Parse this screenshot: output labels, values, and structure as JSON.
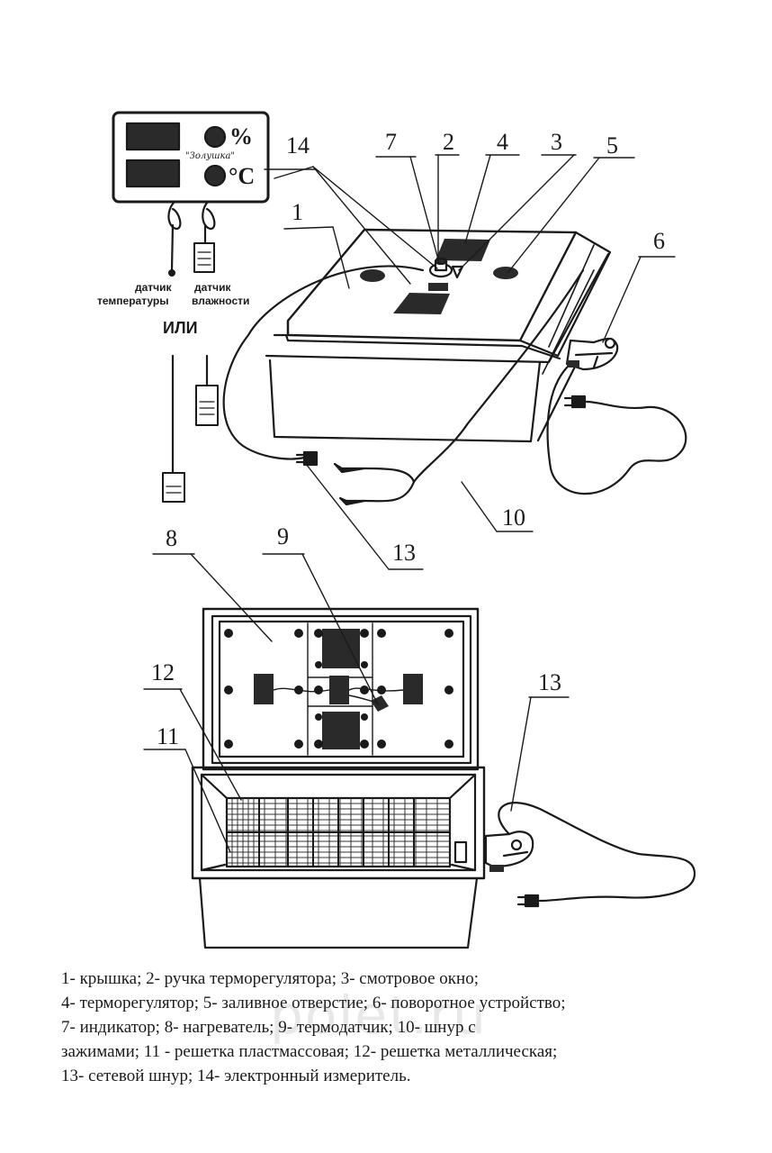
{
  "meter": {
    "humidity_unit": "%",
    "temp_unit": "°C",
    "brand": "\"Золушка\""
  },
  "sensors": {
    "temp_label_1": "датчик",
    "temp_label_2": "температуры",
    "hum_label_1": "датчик",
    "hum_label_2": "влажности",
    "or_label": "ИЛИ"
  },
  "callouts": {
    "c1": "1",
    "c2": "2",
    "c3": "3",
    "c4": "4",
    "c5": "5",
    "c6": "6",
    "c7": "7",
    "c8": "8",
    "c9": "9",
    "c10": "10",
    "c11": "11",
    "c12": "12",
    "c13_top": "13",
    "c13_bottom": "13",
    "c14": "14"
  },
  "legend": {
    "line1": "1- крышка; 2- ручка терморегулятора; 3- смотровое окно;",
    "line2": "4- терморегулятор; 5- заливное отверстие; 6- поворотное устройство;",
    "line3": "7- индикатор; 8- нагреватель; 9- термодатчик; 10- шнур с",
    "line4": "зажимами; 11 - решетка пластмассовая; 12- решетка металлическая;",
    "line5": "13-   сетевой шнур; 14-   электронный измеритель."
  },
  "watermark": "polet.ru"
}
